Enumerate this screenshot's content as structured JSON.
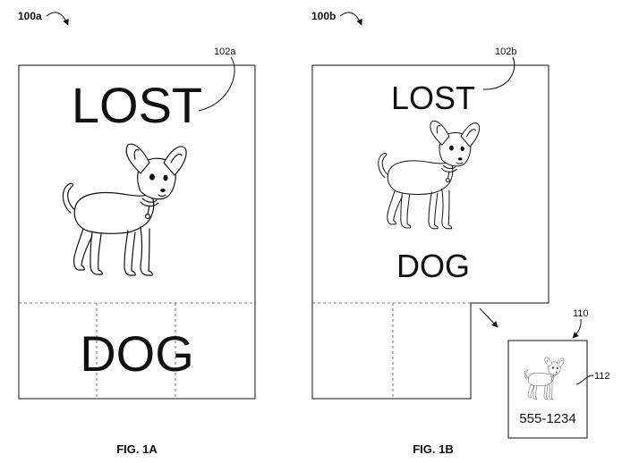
{
  "figure_a": {
    "label": "100a",
    "sign_ref": "102a",
    "top_word": "LOST",
    "bottom_word": "DOG",
    "caption": "FIG. 1A"
  },
  "figure_b": {
    "label": "100b",
    "sign_ref": "102b",
    "top_word": "LOST",
    "bottom_word": "DOG",
    "caption": "FIG. 1B",
    "card_ref": "110",
    "card_image_ref": "112",
    "card_phone": "555-1234"
  },
  "icons": [
    "chihuahua-drawing",
    "arrow-icon"
  ]
}
